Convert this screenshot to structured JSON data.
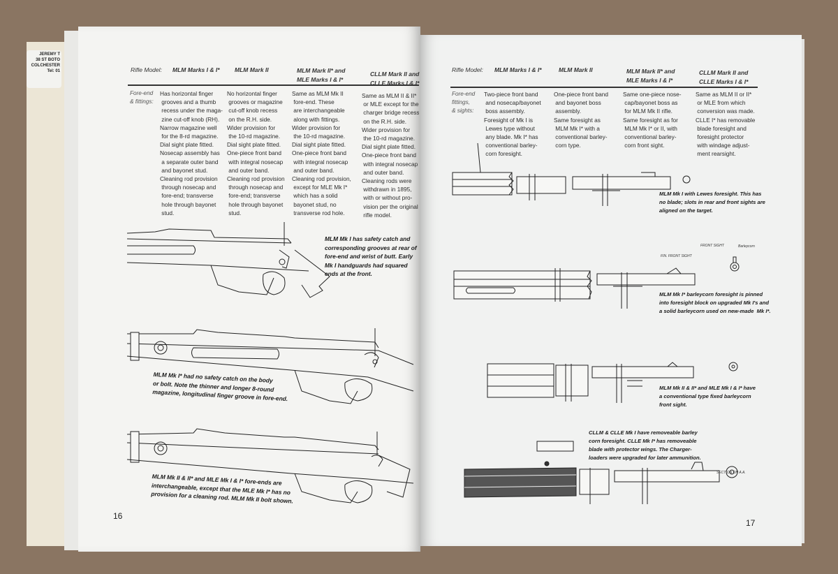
{
  "sticker": {
    "lines": [
      "JEREMY T",
      "38 ST BOTO",
      "COLCHESTER",
      "Tel: 01"
    ]
  },
  "left_page": {
    "page_number": "16",
    "table": {
      "row_label": "Rifle Model:",
      "columns": [
        "MLM Marks I & I*",
        "MLM Mark II",
        "MLM Mark II* and\nMLE Marks I & I*",
        "CLLM Mark II and\nCLLE Marks I & I*"
      ],
      "section_label": "Fore-end\n& fittings:",
      "cells": [
        "Has horizontal finger\n grooves and a thumb\n recess under the maga-\n zine cut-off knob (RH).\nNarrow magazine well\n for the 8-rd magazine.\nDial sight plate fitted.\nNosecap assembly has\n a separate outer band\n and bayonet stud.\nCleaning rod provision\n through nosecap and\n fore-end; transverse\n hole through bayonet\n stud.",
        "No horizontal finger\n grooves or magazine\n cut-off knob recess\n on the R.H. side.\nWider provision for\n the 10-rd magazine.\nDial sight plate fitted.\nOne-piece front band\n with integral nosecap\n and outer band.\nCleaning rod provision\n through nosecap and\n fore-end; transverse\n hole through bayonet\n stud.",
        "Same as MLM Mk II\n fore-end. These\n are interchangeable\n along with fittings.\nWider provision for\n the 10-rd magazine.\nDial sight plate fitted.\nOne-piece front band\n with integral nosecap\n and outer band.\nCleaning rod provision,\n except for MLE Mk I*\n which has a solid\n bayonet stud, no\n transverse rod hole.",
        "Same as MLM II & II*\n or MLE except for the\n charger bridge recess\n on the R.H. side.\nWider provision for\n the 10-rd magazine.\nDial sight plate fitted.\nOne-piece front band\n with integral nosecap\n and outer band.\nCleaning rods were\n withdrawn in 1895,\n with or without pro-\n vision per the original\n rifle model."
      ]
    },
    "captions": [
      "MLM Mk I has safety catch and\ncorresponding grooves at rear of\nfore-end and wrist of butt. Early\nMk I handguards had squared\nends at the front.",
      "MLM Mk I* had no safety catch on the body\nor bolt. Note the thinner and longer 8-round\nmagazine, longitudinal finger groove in fore-end.",
      "MLM Mk II & II* and MLE Mk I & I* fore-ends are\ninterchangeable, except that the MLE Mk I* has no\nprovision for a cleaning rod. MLM Mk II bolt shown."
    ]
  },
  "right_page": {
    "page_number": "17",
    "table": {
      "row_label": "Rifle Model:",
      "columns": [
        "MLM Marks I & I*",
        "MLM Mark II",
        "MLM Mark II* and\nMLE Marks I & I*",
        "CLLM Mark II and\nCLLE Marks I & I*"
      ],
      "section_label": "Fore-end\nfittings,\n& sights:",
      "cells": [
        "Two-piece front band\n and nosecap/bayonet\n boss assembly.\nForesight of Mk I is\n Lewes type without\n any blade. Mk I* has\n conventional barley-\n corn foresight.",
        "One-piece front band\n and bayonet boss\n assembly.\nSame foresight as\n MLM Mk I* with a\n conventional barley-\n corn type.",
        "Same one-piece nose-\n cap/bayonet boss as\n for MLM Mk II rifle.\nSame foresight as for\n MLM Mk I* or II, with\n conventional barley-\n corn front sight.",
        "Same as MLM II or II*\n or MLE from which\n conversion was made.\nCLLE I* has removable\n blade foresight and\n foresight protector\n with windage adjust-\n ment rearsight."
      ]
    },
    "captions": [
      "MLM Mk I with Lewes foresight. This has\nno blade; slots in rear and front sights are\naligned on the target.",
      "MLM Mk I* barleycorn foresight is pinned\ninto foresight block on upgraded Mk I's and\na solid barleycorn used on new-made  Mk I*.",
      "MLM Mk II & II* and MLE Mk I & I* have\na conventional type fixed barleycorn\nfront sight.",
      "CLLM & CLLE Mk I have removeable barley\ncorn foresight. CLLE Mk I* has removeable\nblade with protector wings. The Charger-\nloaders were upgraded for later ammunition."
    ],
    "drawing_labels": {
      "fin_front_sight": "FIN. FRONT SIGHT",
      "front_sight": "FRONT SIGHT",
      "barleycorn": "Barleycorn",
      "section": "SECTION ON A.A."
    }
  }
}
